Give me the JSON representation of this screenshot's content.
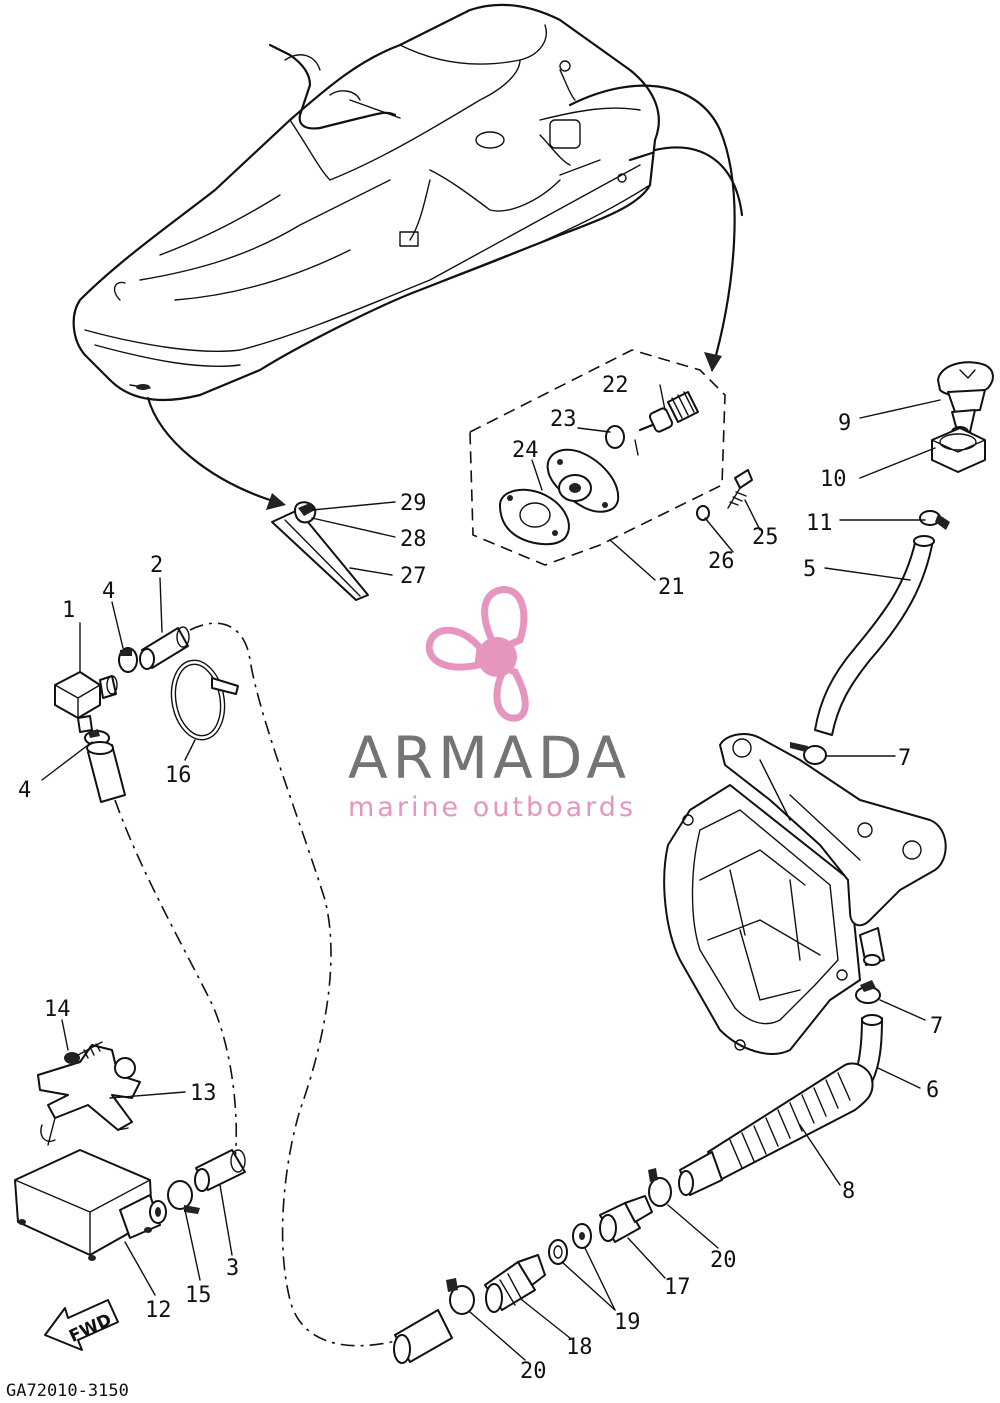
{
  "callouts": [
    {
      "id": "1",
      "label": "1"
    },
    {
      "id": "2",
      "label": "2"
    },
    {
      "id": "3",
      "label": "3"
    },
    {
      "id": "4a",
      "label": "4"
    },
    {
      "id": "4b",
      "label": "4"
    },
    {
      "id": "5",
      "label": "5"
    },
    {
      "id": "6",
      "label": "6"
    },
    {
      "id": "7a",
      "label": "7"
    },
    {
      "id": "7b",
      "label": "7"
    },
    {
      "id": "8",
      "label": "8"
    },
    {
      "id": "9",
      "label": "9"
    },
    {
      "id": "10",
      "label": "10"
    },
    {
      "id": "11",
      "label": "11"
    },
    {
      "id": "12",
      "label": "12"
    },
    {
      "id": "13",
      "label": "13"
    },
    {
      "id": "14",
      "label": "14"
    },
    {
      "id": "15",
      "label": "15"
    },
    {
      "id": "16",
      "label": "16"
    },
    {
      "id": "17",
      "label": "17"
    },
    {
      "id": "18",
      "label": "18"
    },
    {
      "id": "19",
      "label": "19"
    },
    {
      "id": "20a",
      "label": "20"
    },
    {
      "id": "20b",
      "label": "20"
    },
    {
      "id": "21",
      "label": "21"
    },
    {
      "id": "22",
      "label": "22"
    },
    {
      "id": "23",
      "label": "23"
    },
    {
      "id": "24",
      "label": "24"
    },
    {
      "id": "25",
      "label": "25"
    },
    {
      "id": "26",
      "label": "26"
    },
    {
      "id": "27",
      "label": "27"
    },
    {
      "id": "28",
      "label": "28"
    },
    {
      "id": "29",
      "label": "29"
    }
  ],
  "diagram_code": "GA72010-3150",
  "direction_label": "FWD",
  "watermark": {
    "brand": "ARMADA",
    "tagline": "marine outboards",
    "accent_color": "#e48ab8",
    "text_color": "#666666"
  },
  "line_color": "#111111",
  "background_color": "#ffffff"
}
